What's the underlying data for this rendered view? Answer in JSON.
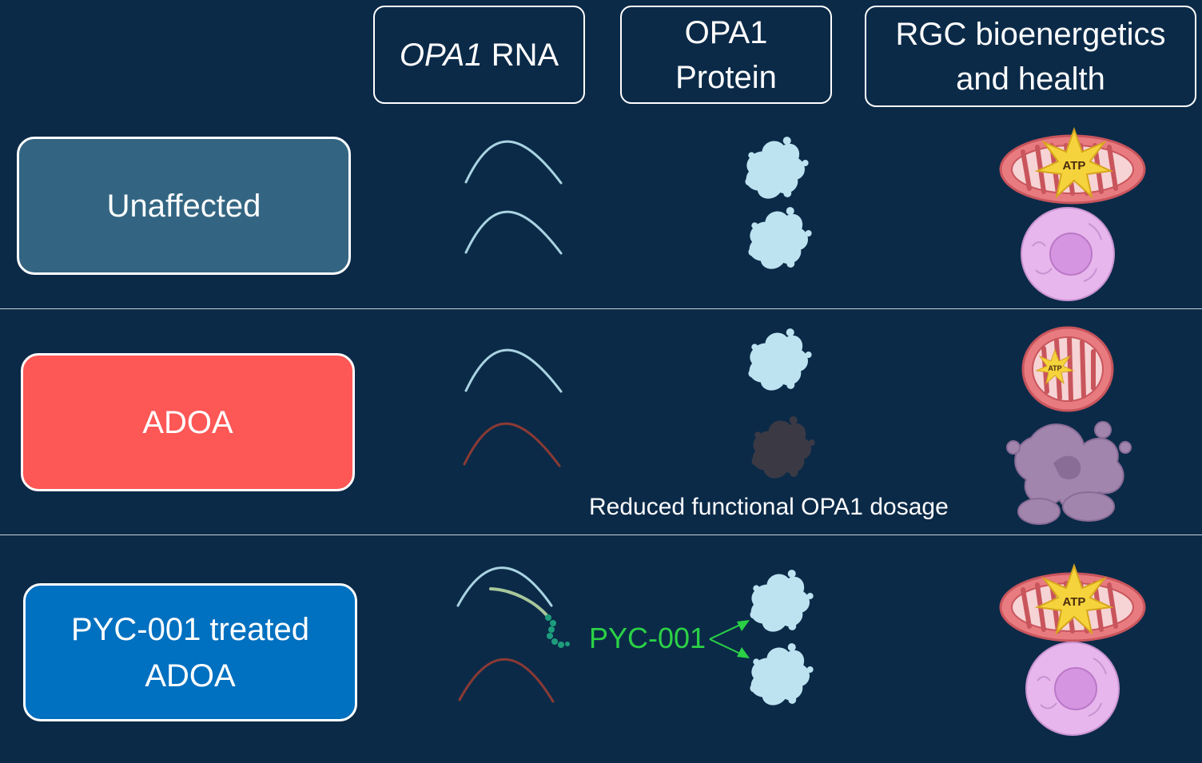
{
  "headers": {
    "rna_gene": "OPA1",
    "rna_suffix": " RNA",
    "protein_line1": "OPA1",
    "protein_line2": "Protein",
    "health_line1": "RGC bioenergetics",
    "health_line2": "and health"
  },
  "rows": {
    "unaffected": {
      "label": "Unaffected"
    },
    "adoa": {
      "label": "ADOA"
    },
    "treated": {
      "label_line1": "PYC-001 treated",
      "label_line2": "ADOA"
    }
  },
  "caption": "Reduced functional OPA1 dosage",
  "drug_label": "PYC-001",
  "atp_text": "ATP",
  "colors": {
    "background": "#0b2a48",
    "unaffected_box": "#336582",
    "adoa_box": "#fd5756",
    "treated_box": "#0070c0",
    "healthy_rna": "#a9d3e1",
    "mutant_rna": "#8a3a34",
    "healthy_protein": "#bde3f1",
    "mutant_protein": "#3b3a44",
    "drug_green": "#2bd145",
    "mitochondrion": "#e87b80",
    "atp_star": "#f5d33c",
    "cell": "#e7b6ec",
    "nucleus": "#d595e0",
    "damaged_cell": "#a185ad"
  },
  "icons": [
    "rna-strand-icon",
    "opa1-protein-icon",
    "mitochondrion-icon",
    "healthy-cell-icon",
    "damaged-cell-icon",
    "antisense-oligo-icon",
    "arrow-icon"
  ]
}
